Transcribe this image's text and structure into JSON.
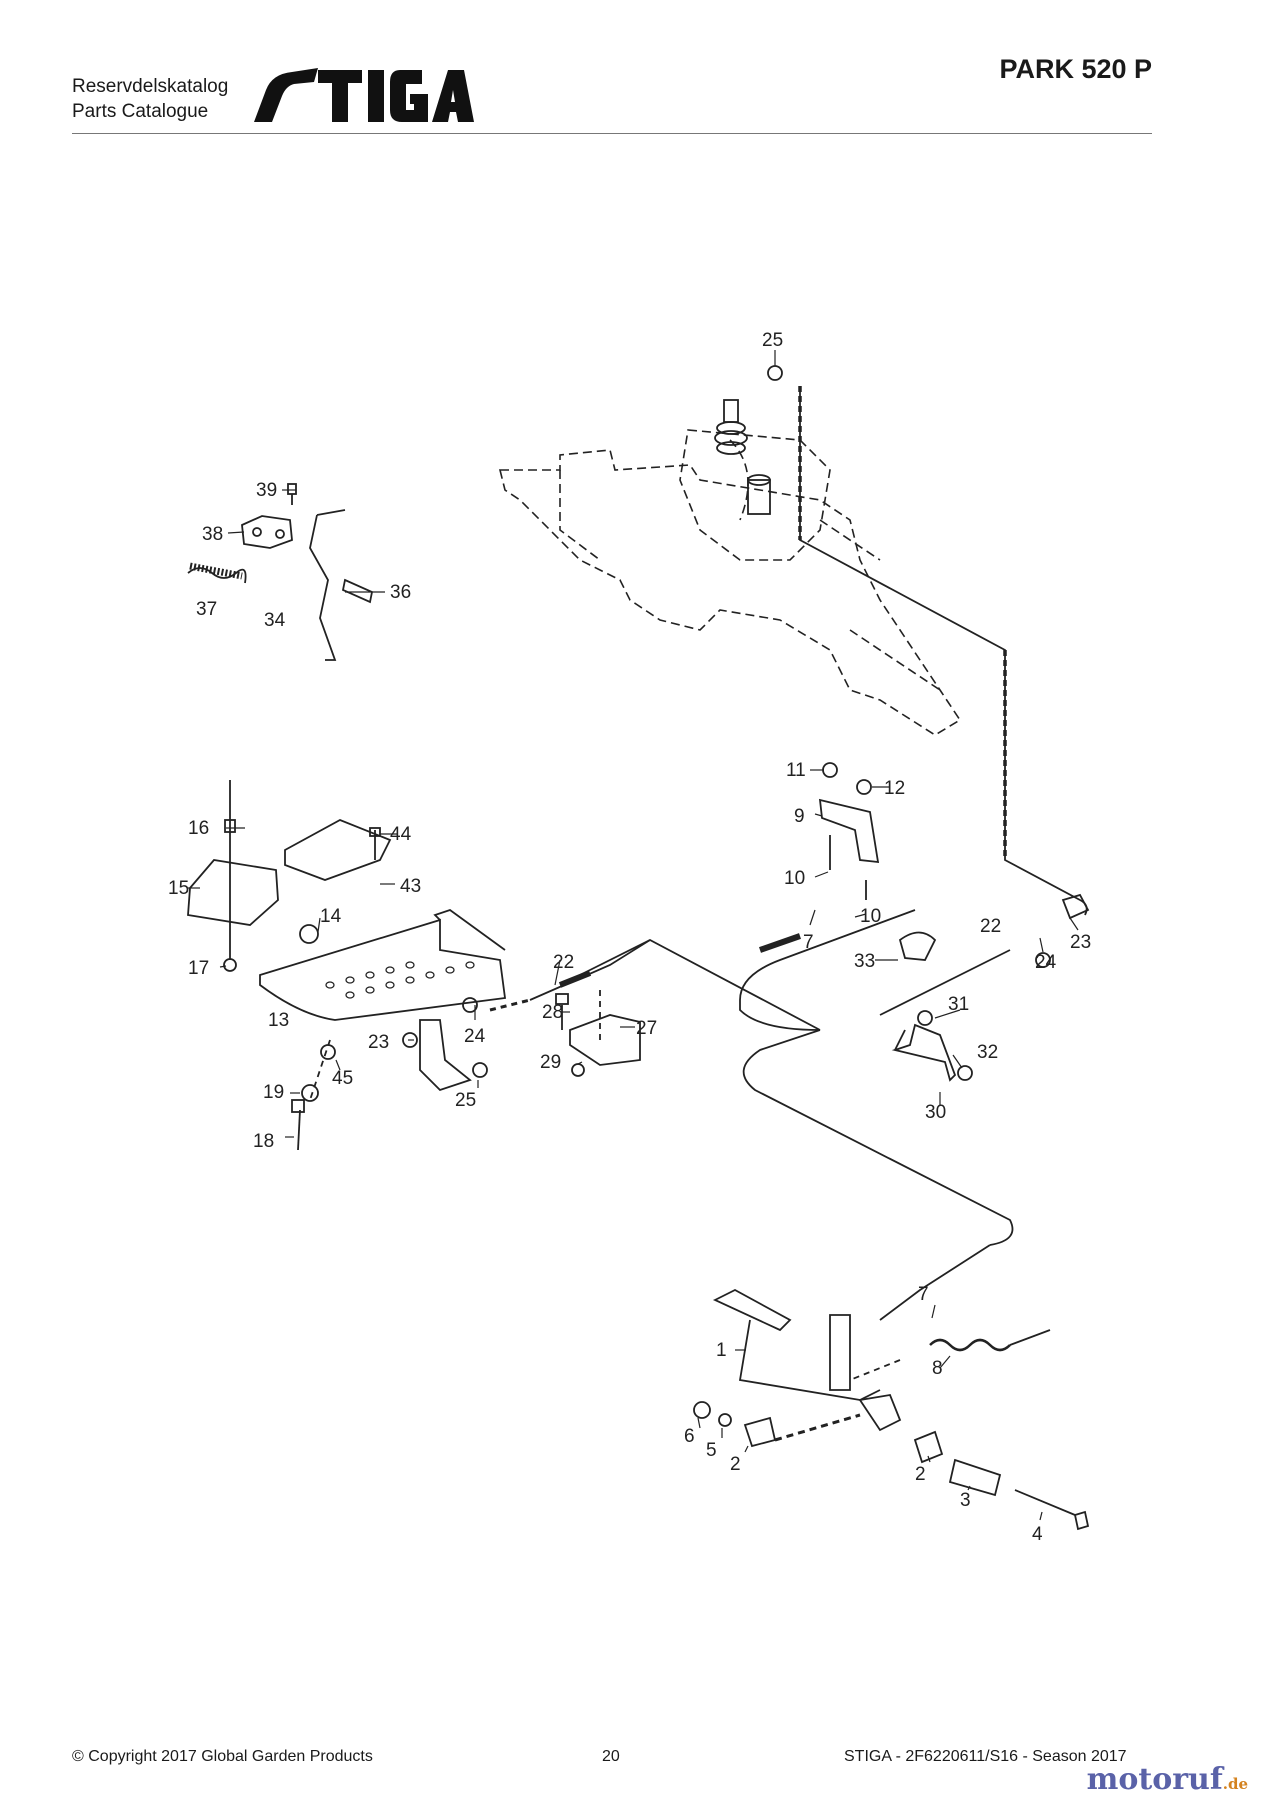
{
  "header": {
    "line1": "Reservdelskatalog",
    "line2": "Parts Catalogue",
    "brand": "STIGA",
    "model": "PARK 520 P"
  },
  "callouts": [
    "25",
    "39",
    "38",
    "37",
    "36",
    "34",
    "11",
    "12",
    "9",
    "16",
    "44",
    "15",
    "43",
    "14",
    "10",
    "10",
    "7",
    "22",
    "17",
    "13",
    "22",
    "33",
    "24",
    "23",
    "28",
    "27",
    "24",
    "31",
    "23",
    "32",
    "29",
    "25",
    "30",
    "19",
    "45",
    "18",
    "7",
    "1",
    "8",
    "6",
    "5",
    "2",
    "2",
    "3",
    "4"
  ],
  "footer": {
    "copyright": "© Copyright 2017 Global Garden Products",
    "page": "20",
    "catalog_ref": "STIGA - 2F6220611/S16 - Season 2017"
  },
  "watermark": {
    "name": "motoruf",
    "tld": ".de"
  },
  "colors": {
    "ink": "#1a1a1a",
    "rule": "#777777",
    "watermark": "#5a62a8"
  }
}
